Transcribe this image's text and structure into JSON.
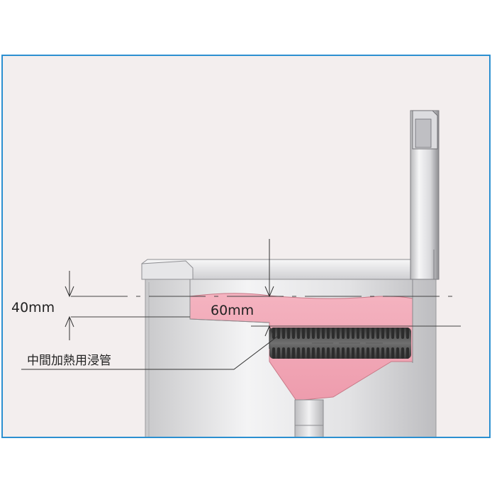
{
  "dimensions": {
    "depth_40": "40mm",
    "depth_60": "60mm"
  },
  "labels": {
    "heater": "中間加熱用浸管"
  },
  "colors": {
    "frame": "#2b8fd0",
    "background": "#f3eeee",
    "oil": "#f0a6b4",
    "steel_light": "#eeeeee",
    "steel_dark": "#8a8a8a",
    "tube": "#4a4a4a"
  }
}
